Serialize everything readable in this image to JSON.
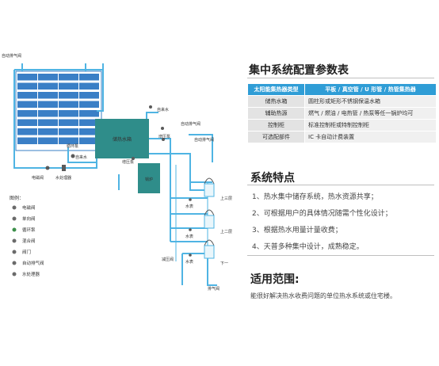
{
  "diagram": {
    "labels": {
      "air_vent_top": "自动排气阀",
      "tap_water": "自来水",
      "storage_tank": "储热水箱",
      "auto_air_vent_right": "自动排气阀",
      "circulation_pump": "循环泵",
      "auto_air_vent_mid": "自动排气阀",
      "tap_water_left": "自来水",
      "solenoid_valve": "电磁阀",
      "water_treatment": "水处理器",
      "booster_pump_1": "增压泵",
      "booster_pump_2": "增压泵",
      "boiler": "锅炉",
      "water_meter_1": "水表",
      "water_meter_2": "水表",
      "water_meter_3": "水表",
      "upper_floor": "上三层",
      "second_floor": "上二层",
      "lower_floor": "下一",
      "pressure_reducing_valve": "减压阀",
      "drain_valve": "排气阀"
    },
    "legend": {
      "title": "图例：",
      "items": [
        "电磁阀",
        "单向阀",
        "循环泵",
        "混合阀",
        "阀门",
        "自动排气阀",
        "水处理器"
      ]
    }
  },
  "config": {
    "title": "集中系统配置参数表",
    "headers": [
      "太阳能集热器类型",
      "平板 / 真空管 / U 形管 / 热管集热器"
    ],
    "rows": [
      [
        "储热水箱",
        "圆柱形或矩形不锈钢保温水箱"
      ],
      [
        "辅助热源",
        "燃气 / 燃油 / 电热管 / 热泵等任一锅炉均可"
      ],
      [
        "控制柜",
        "标准控制柜或特制控制柜"
      ],
      [
        "可选配部件",
        "IC 卡自动计费装置"
      ]
    ]
  },
  "features": {
    "title": "系统特点",
    "items": [
      "1、热水集中储存系统，热水资源共享；",
      "2、可根据用户的具体情况随需个性化设计；",
      "3、根据热水用量计量收费；",
      "4、天普多种集中设计，成熟稳定。"
    ]
  },
  "scope": {
    "title": "适用范围:",
    "text": "能很好解决热水收费问题的单位热水系统或住宅楼。"
  },
  "colors": {
    "pipe": "#4fb4e3",
    "tank": "#2f8d8a",
    "collector": "#3a7fc6",
    "header_bg": "#2f9dd6"
  }
}
